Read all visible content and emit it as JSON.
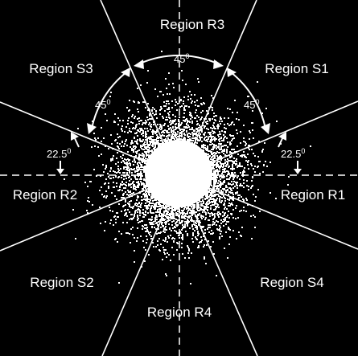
{
  "regions": {
    "r1": "Region R1",
    "r2": "Region R2",
    "r3": "Region R3",
    "r4": "Region R4",
    "s1": "Region S1",
    "s2": "Region S2",
    "s3": "Region S3",
    "s4": "Region S4"
  },
  "angles": {
    "top": {
      "value": "45",
      "sup": "0"
    },
    "upper_left": {
      "value": "45",
      "sup": "0"
    },
    "upper_right": {
      "value": "45",
      "sup": "0"
    },
    "left": {
      "value": "22.5",
      "sup": "0"
    },
    "right": {
      "value": "22.5",
      "sup": "0"
    }
  },
  "colors": {
    "background": "#000000",
    "foreground": "#ffffff"
  }
}
